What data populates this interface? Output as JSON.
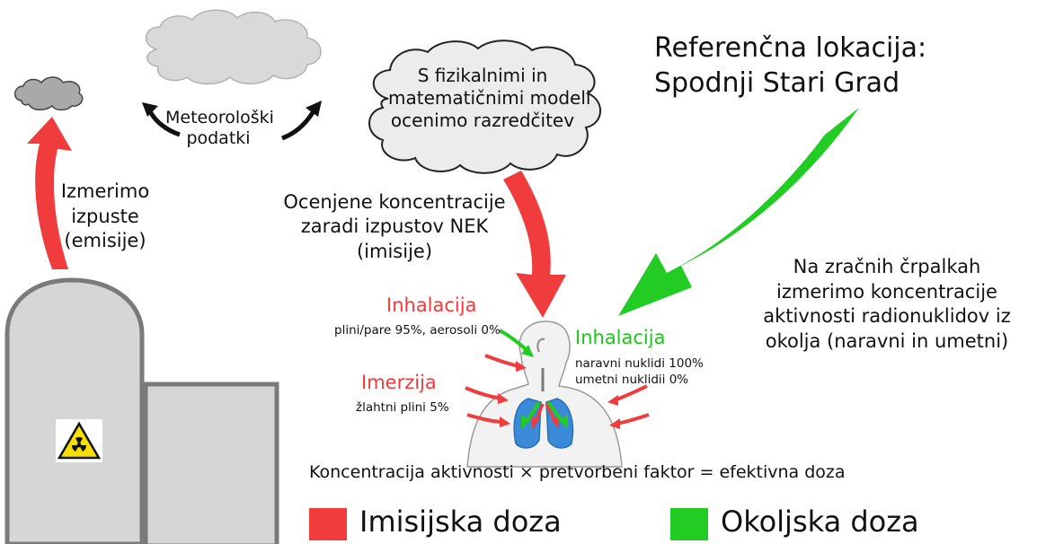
{
  "clouds": {
    "model_cloud": [
      "S fizikalnimi in",
      "matematičnimi modeli",
      "ocenimo razredčitev"
    ]
  },
  "labels": {
    "meteo": [
      "Meteorološki",
      "podatki"
    ],
    "emissions": [
      "Izmerimo",
      "izpuste",
      "(emisije)"
    ],
    "reference": [
      "Referenčna lokacija:",
      "Spodnji Stari Grad"
    ],
    "concentrations": [
      "Ocenjene koncentracije",
      "zaradi izpustov NEK",
      "(imisije)"
    ],
    "pumps": [
      "Na zračnih črpalkah",
      "izmerimo koncentracije",
      "aktivnosti radionuklidov iz",
      "okolja (naravni in umetni)"
    ],
    "inhalation_red_title": "Inhalacija",
    "inhalation_red_detail": "plini/pare 95%, aerosoli 0%",
    "immersion_title": "Imerzija",
    "immersion_detail": "žlahtni plini 5%",
    "inhalation_green_title": "Inhalacija",
    "inhalation_green_detail": [
      "naravni nuklidi 100%",
      "umetni nuklidii 0%"
    ],
    "formula": "Koncentracija aktivnosti × pretvorbeni faktor = efektivna doza"
  },
  "legend": [
    {
      "label": "Imisijska doza",
      "color": "#f03c3c"
    },
    {
      "label": "Okoljska doza",
      "color": "#22cc22"
    }
  ],
  "colors": {
    "red": "#f03c3c",
    "green": "#22cc22",
    "building": "#d6d6d6",
    "building_stroke": "#7a7a7a",
    "cloud_gray": "#cfcfcf",
    "cloud_light": "#ebebeb"
  },
  "icons": {
    "radiation": "radiation-warning-icon",
    "body": "human-torso-lungs-icon"
  }
}
